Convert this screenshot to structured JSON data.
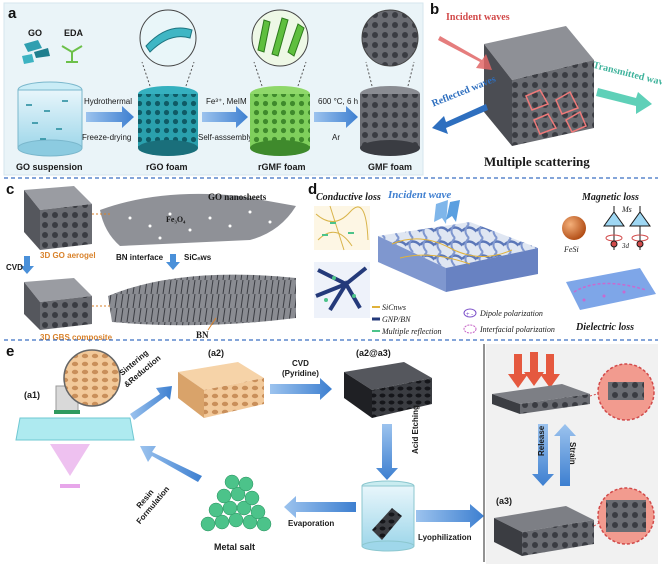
{
  "colors": {
    "rgo_teal": "#1f8a96",
    "rgmf_green": "#67b84a",
    "gmf_gray": "#6e7076",
    "arrow_blue": "#4a90d9",
    "incident_red": "#e06666",
    "transmitted_teal": "#5fd0b8",
    "reflected_blue": "#2e6fbf",
    "divider_blue": "#3b6fc2",
    "metal_salt_green": "#4cc38a",
    "bn_orange": "#d9822b"
  },
  "panel_a": {
    "letter": "a",
    "go_label": "GO",
    "eda_label": "EDA",
    "step1_top": "Hydrothermal",
    "step1_bottom": "Freeze-drying",
    "step2_top": "Fe³⁺, MeIM",
    "step2_bottom": "Self-asssembly",
    "step3_top": "600 °C, 6 h",
    "step3_bottom": "Ar",
    "cap_suspension": "GO suspension",
    "cap_rgo": "rGO foam",
    "cap_rgmf": "rGMF foam",
    "cap_gmf": "GMF foam"
  },
  "panel_b": {
    "letter": "b",
    "incident": "Incident waves",
    "reflected": "Reflected waves",
    "transmitted": "Transmitted waves",
    "caption": "Multiple scattering"
  },
  "panel_c": {
    "letter": "c",
    "nanosheets": "GO nanosheets",
    "fe3o4": "Fe₃O₄",
    "aerogel": "3D GO aerogel",
    "cvd": "CVD",
    "bn_interface": "BN interface",
    "sicnws": "SiCₙws",
    "composite": "3D GBS composite",
    "bn": "BN"
  },
  "panel_d": {
    "letter": "d",
    "conductive": "Conductive loss",
    "incident": "Incident wave",
    "magnetic": "Magnetic loss",
    "ms": "Ms",
    "fesi": "FeSi",
    "threed": "3d",
    "sicnws": "SiCnws",
    "gnp_bn": "GNP/BN",
    "multi_reflect": "Multiple reflection",
    "dipole": "Dipole polarization",
    "interfacial": "Interfacial polarization",
    "dielectric": "Dielectric loss"
  },
  "panel_e": {
    "letter": "e",
    "a1": "(a1)",
    "a2": "(a2)",
    "a2a3": "(a2@a3)",
    "a3": "(a3)",
    "sinter_1": "Sintering",
    "sinter_2": "&Reduction",
    "cvd_1": "CVD",
    "cvd_2": "(Pyridine)",
    "acid": "Acid Etching",
    "lyoph": "Lyophilization",
    "evap": "Evaporation",
    "resin_1": "Resin",
    "resin_2": "Formulation",
    "metal": "Metal salt",
    "release": "Release",
    "strain": "Strain"
  }
}
